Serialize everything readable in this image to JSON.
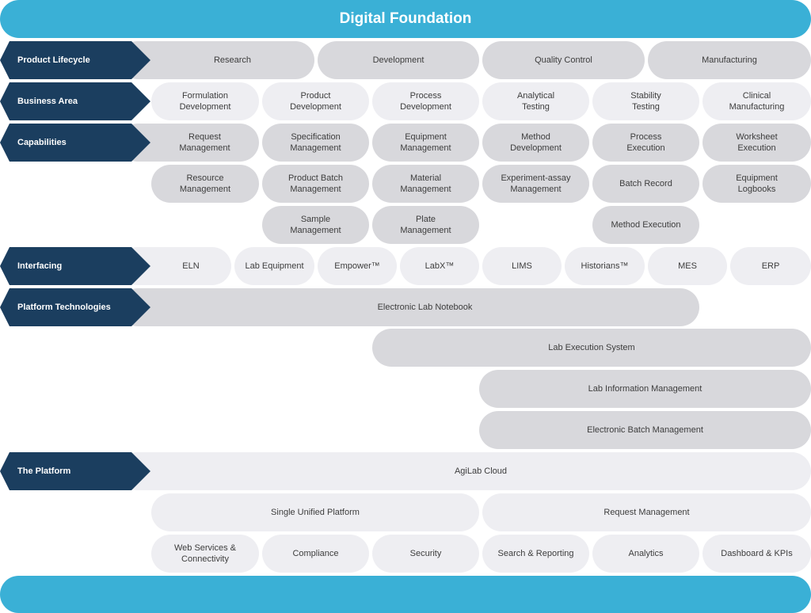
{
  "header": {
    "title": "Digital Foundation"
  },
  "rows": {
    "product_lifecycle": {
      "label": "Product Lifecycle",
      "items": [
        "Research",
        "Development",
        "Quality Control",
        "Manufacturing"
      ]
    },
    "business_area": {
      "label": "Business Area",
      "items": [
        "Formulation\nDevelopment",
        "Product\nDevelopment",
        "Process\nDevelopment",
        "Analytical\nTesting",
        "Stability\nTesting",
        "Clinical\nManufacturing"
      ]
    },
    "capabilities": {
      "label": "Capabilities",
      "items": [
        "Request\nManagement",
        "Specification\nManagement",
        "Equipment\nManagement",
        "Method\nDevelopment",
        "Process\nExecution",
        "Worksheet\nExecution",
        "Resource\nManagement",
        "Product Batch\nManagement",
        "Material\nManagement",
        "Experiment-assay\nManagement",
        "Batch Record",
        "Equipment\nLogbooks",
        "Sample\nManagement",
        "Plate\nManagement",
        "Method Execution"
      ]
    },
    "interfacing": {
      "label": "Interfacing",
      "items": [
        "ELN",
        "Lab Equipment",
        "Empower™",
        "LabX™",
        "LIMS",
        "Historians™",
        "MES",
        "ERP"
      ]
    },
    "platform_technologies": {
      "label": "Platform Technologies",
      "items": [
        "Electronic Lab Notebook",
        "Lab Execution System",
        "Lab Information Management",
        "Electronic Batch Management"
      ]
    },
    "the_platform": {
      "label": "The Platform",
      "items": [
        "AgiLab Cloud",
        "Single Unified Platform",
        "Request Management",
        "Web Services &\nConnectivity",
        "Compliance",
        "Security",
        "Search & Reporting",
        "Analytics",
        "Dashboard & KPIs"
      ]
    }
  },
  "colors": {
    "header": "#3ab0d6",
    "label_arrow": "#1b3e5f",
    "pill_dark": "#d8d8dc",
    "pill_light": "#eeeef2"
  }
}
